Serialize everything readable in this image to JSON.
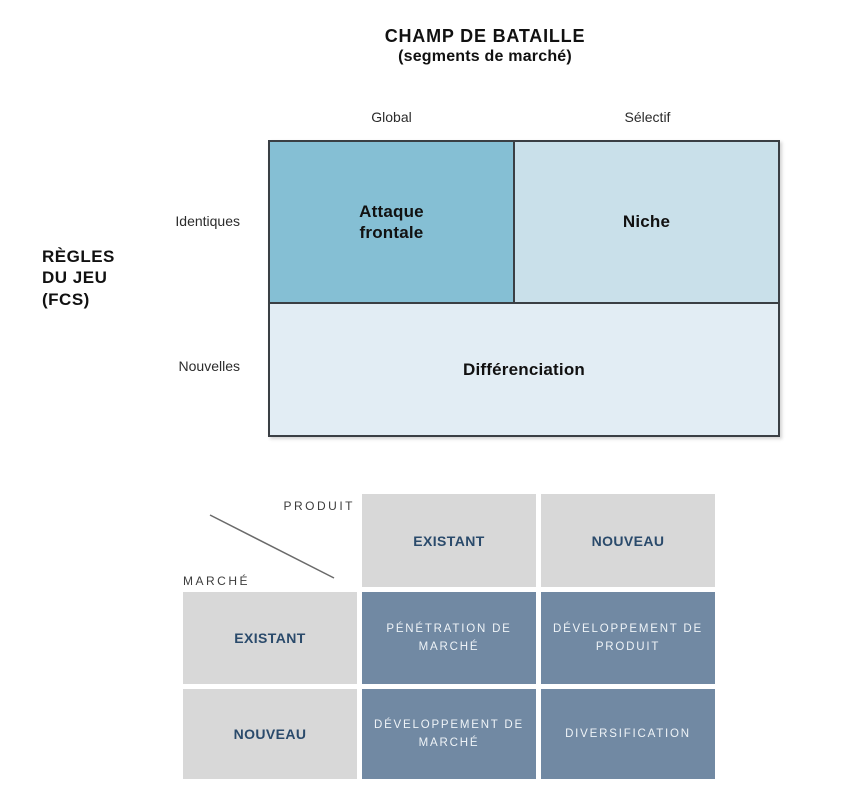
{
  "colors": {
    "attaque_cell_bg": "#85bfd4",
    "niche_cell_bg": "#c9e0ea",
    "differenciation_cell_bg": "#e2edf4",
    "matrix_border": "#3a3f44",
    "gray_cell_bg": "#d8d8d8",
    "slate_cell_bg": "#7189a3",
    "navy_header_text": "#2a4a6b",
    "slate_cell_text": "#eef3f7"
  },
  "top_matrix": {
    "title": "CHAMP DE BATAILLE",
    "subtitle": "(segments de marché)",
    "column_labels": [
      "Global",
      "Sélectif"
    ],
    "row_labels": [
      "Identiques",
      "Nouvelles"
    ],
    "axis_label": "RÈGLES\nDU JEU\n(FCS)",
    "cells": {
      "attaque_frontale": "Attaque\nfrontale",
      "niche": "Niche",
      "differenciation": "Différenciation"
    }
  },
  "ansoff_matrix": {
    "product_axis": "PRODUIT",
    "market_axis": "MARCHÉ",
    "column_headers": [
      "EXISTANT",
      "NOUVEAU"
    ],
    "row_headers": [
      "EXISTANT",
      "NOUVEAU"
    ],
    "cells": {
      "penetration": "PÉNÉTRATION DE\nMARCHÉ",
      "dev_produit": "DÉVELOPPEMENT DE\nPRODUIT",
      "dev_marche": "DÉVELOPPEMENT DE\nMARCHÉ",
      "diversification": "DIVERSIFICATION"
    }
  }
}
